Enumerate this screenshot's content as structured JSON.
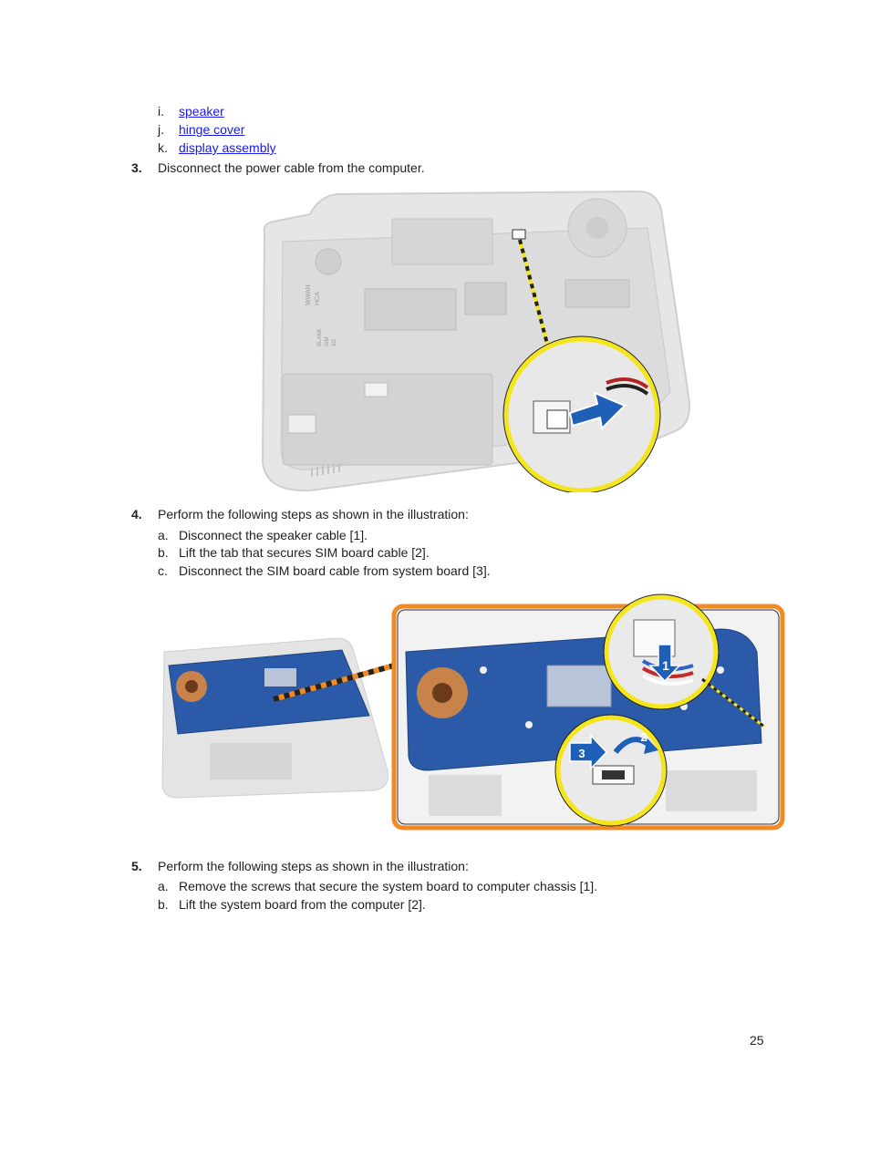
{
  "prior_list": [
    {
      "letter": "i.",
      "text": "speaker"
    },
    {
      "letter": "j.",
      "text": "hinge cover"
    },
    {
      "letter": "k.",
      "text": "display assembly"
    }
  ],
  "steps": [
    {
      "number": "3.",
      "text": "Disconnect the power cable from the computer."
    },
    {
      "number": "4.",
      "text": "Perform the following steps as shown in the illustration:",
      "substeps": [
        {
          "letter": "a.",
          "text": "Disconnect the speaker cable [1]."
        },
        {
          "letter": "b.",
          "text": "Lift the tab that secures SIM board cable [2]."
        },
        {
          "letter": "c.",
          "text": "Disconnect the SIM board cable from system board [3]."
        }
      ]
    },
    {
      "number": "5.",
      "text": "Perform the following steps as shown in the illustration:",
      "substeps": [
        {
          "letter": "a.",
          "text": "Remove the screws that secure the system board to computer chassis [1]."
        },
        {
          "letter": "b.",
          "text": "Lift the system board from the computer [2]."
        }
      ]
    }
  ],
  "figure1": {
    "labels": [
      "WWAN",
      "HCA",
      "BLANK",
      "SIM",
      "3G"
    ]
  },
  "figure2": {
    "callouts": [
      "1",
      "2",
      "3"
    ]
  },
  "page_number": "25",
  "colors": {
    "link": "#1a1ae6",
    "highlight_yellow": "#f5e51b",
    "callout_orange": "#f08a24",
    "board_blue": "#2a5aa8"
  }
}
